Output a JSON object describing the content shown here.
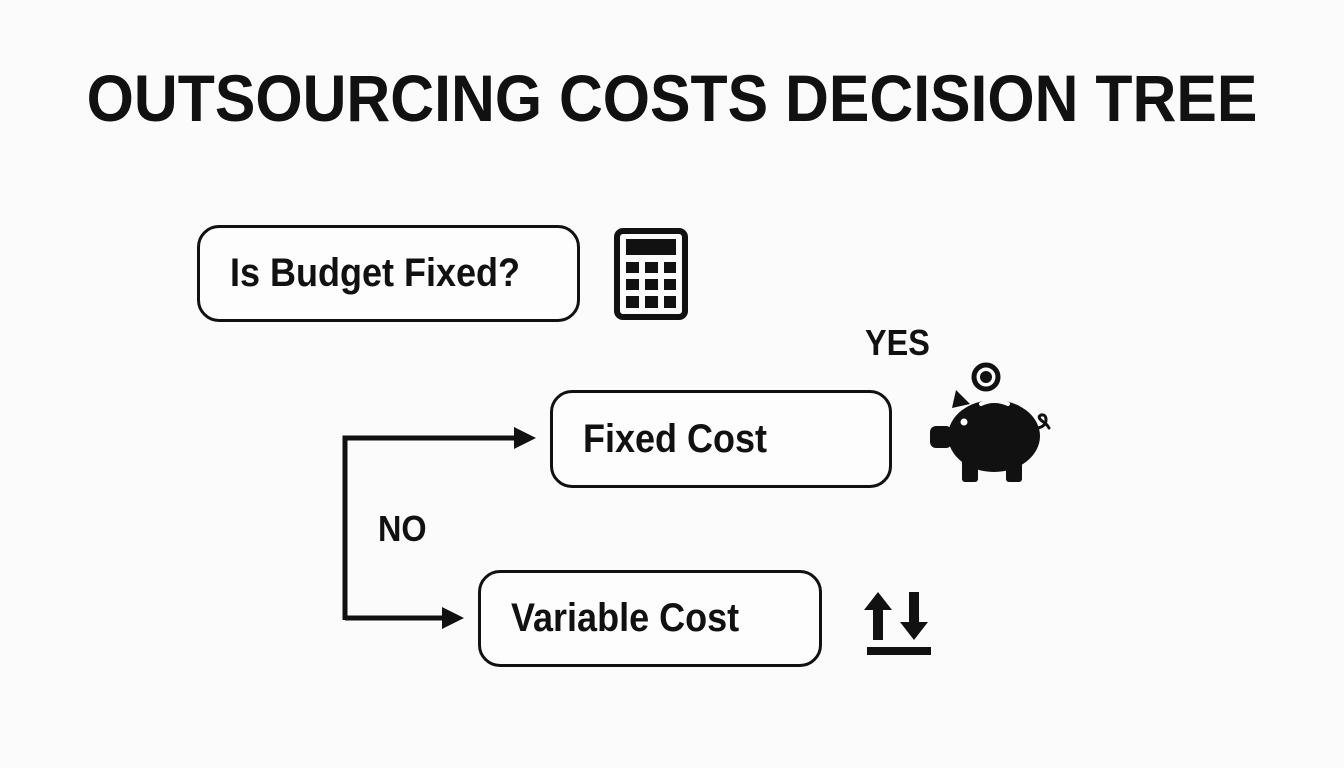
{
  "title": "OUTSOURCING COSTS DECISION TREE",
  "nodes": {
    "question": "Is Budget Fixed?",
    "fixed": "Fixed Cost",
    "variable": "Variable Cost"
  },
  "edges": {
    "yes": "YES",
    "no": "NO"
  },
  "icons": {
    "question": "calculator-icon",
    "fixed": "piggy-bank-icon",
    "variable": "up-down-arrows-icon"
  },
  "colors": {
    "ink": "#111111",
    "background": "#fbfbfb"
  }
}
